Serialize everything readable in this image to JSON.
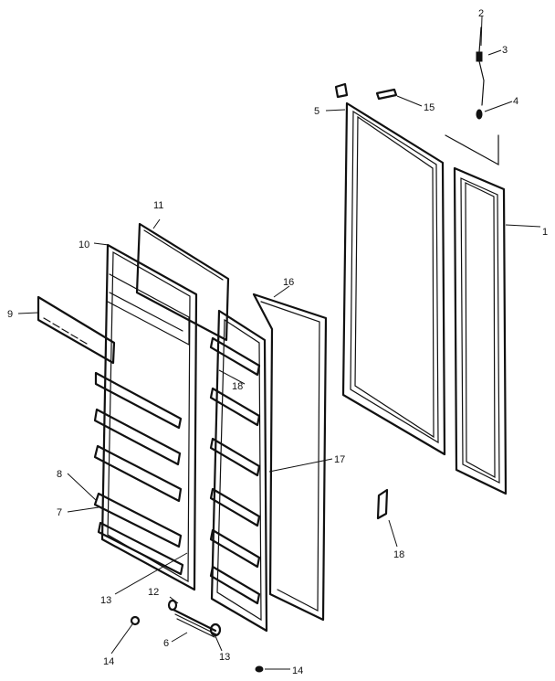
{
  "diagram": {
    "callouts": [
      {
        "id": "c1",
        "text": "1"
      },
      {
        "id": "c2",
        "text": "2"
      },
      {
        "id": "c3",
        "text": "3"
      },
      {
        "id": "c4",
        "text": "4"
      },
      {
        "id": "c5",
        "text": "5"
      },
      {
        "id": "c6",
        "text": "6"
      },
      {
        "id": "c7",
        "text": "7"
      },
      {
        "id": "c8",
        "text": "8"
      },
      {
        "id": "c9",
        "text": "9"
      },
      {
        "id": "c10",
        "text": "10"
      },
      {
        "id": "c11",
        "text": "11"
      },
      {
        "id": "c12",
        "text": "12"
      },
      {
        "id": "c13a",
        "text": "13"
      },
      {
        "id": "c13b",
        "text": "13"
      },
      {
        "id": "c14a",
        "text": "14"
      },
      {
        "id": "c14b",
        "text": "14"
      },
      {
        "id": "c15",
        "text": "15"
      },
      {
        "id": "c16",
        "text": "16"
      },
      {
        "id": "c17",
        "text": "17"
      },
      {
        "id": "c18a",
        "text": "18"
      },
      {
        "id": "c18b",
        "text": "18"
      }
    ]
  }
}
